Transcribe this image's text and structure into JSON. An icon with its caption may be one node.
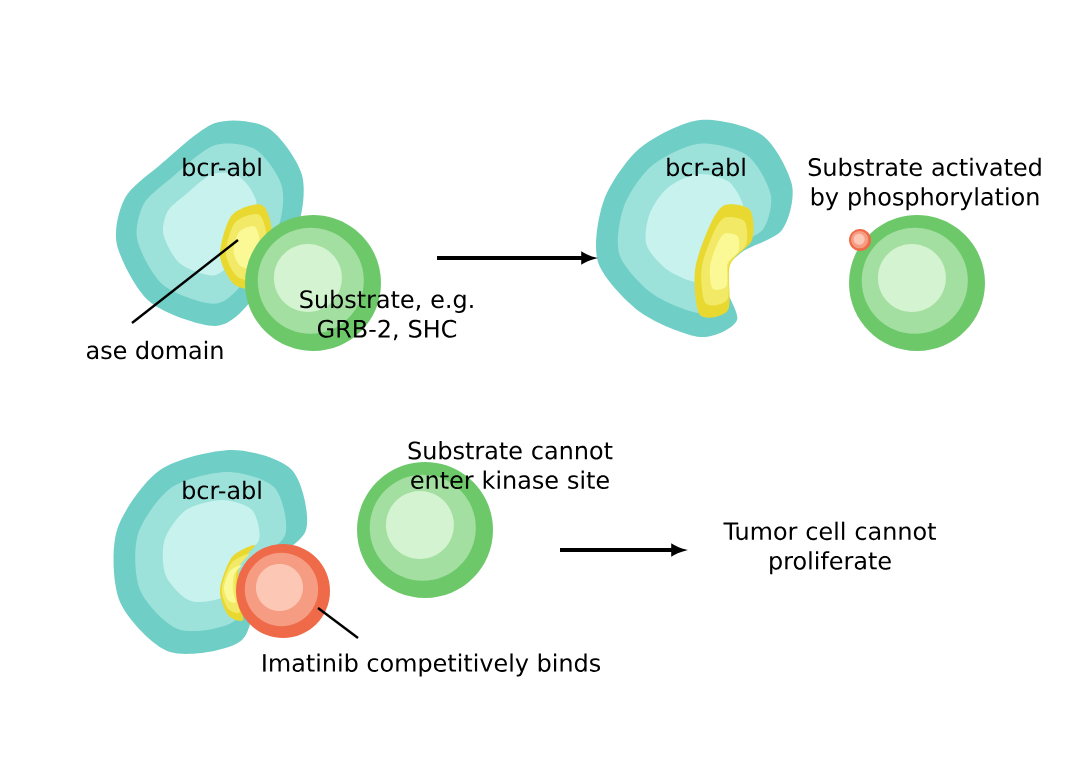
{
  "diagram": {
    "nodes": [
      {
        "text": [
          "bcr-abl"
        ]
      },
      {
        "text": [],
        "shape": "bean",
        "in": 0
      },
      {
        "text": [
          "ase domain"
        ]
      },
      {
        "text": [
          "Substrate, e.g. GRB-2, SHC"
        ]
      },
      {
        "text": [
          "bcr-abl"
        ]
      },
      {
        "text": [],
        "shape": "bean",
        "in": 4
      },
      {
        "text": [
          "Substrate activated by phosphorylation"
        ]
      },
      {
        "text": [],
        "shape": "circle"
      },
      {
        "text": [
          "bcr-abl"
        ]
      },
      {
        "text": [],
        "shape": "bean",
        "in": 8
      },
      {
        "text": [],
        "shape": "circle"
      },
      {
        "text": [
          "Imatinib competitively binds"
        ]
      },
      {
        "text": [
          "Substrate cannot enter kinase site"
        ]
      },
      {
        "text": [
          "Tumor cell cannot proliferate"
        ]
      }
    ],
    "edges": [
      {
        "from": 3,
        "to": 4,
        "arrow": "to"
      },
      {
        "from": 2,
        "to": 1,
        "arrow": "none"
      },
      {
        "from": 11,
        "to": 10,
        "arrow": "none"
      },
      {
        "from": 12,
        "to": 13,
        "arrow": "to"
      }
    ]
  }
}
